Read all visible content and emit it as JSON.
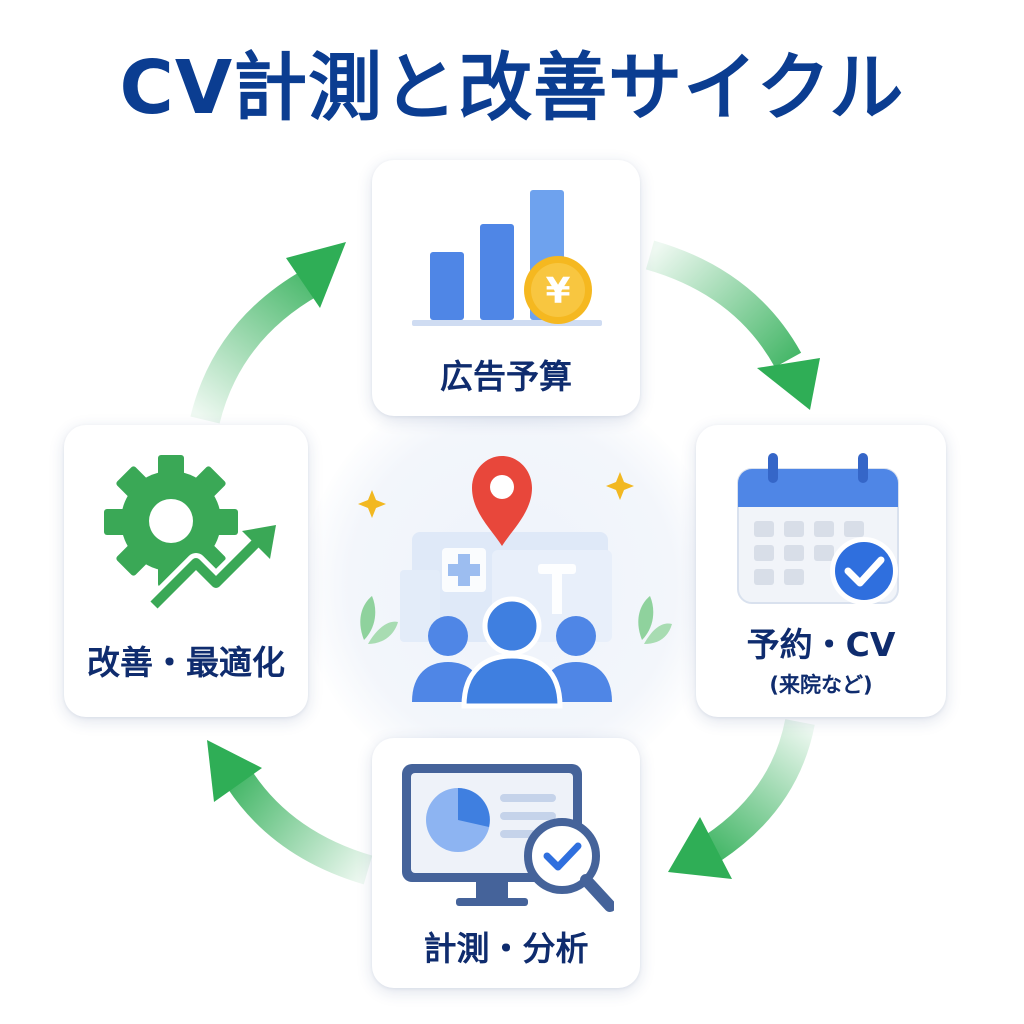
{
  "title": "CV計測と改善サイクル",
  "steps": [
    {
      "label": "広告予算",
      "icon": "bar-chart-yen-icon"
    },
    {
      "label": "予約・CV",
      "sub_label": "(来院など)",
      "icon": "calendar-check-icon"
    },
    {
      "label": "計測・分析",
      "icon": "monitor-analytics-icon"
    },
    {
      "label": "改善・最適化",
      "icon": "gear-growth-icon"
    }
  ],
  "center": {
    "icon": "clinic-patients-location-icon"
  },
  "currency_symbol": "¥",
  "colors": {
    "title": "#0b3d91",
    "label": "#0f2c6e",
    "arrow": "#2fae56",
    "blue": "#3f7fe0",
    "blue_light": "#6ea2ee",
    "coin": "#f5b820",
    "pin": "#e8473b",
    "gear": "#3aa856"
  }
}
